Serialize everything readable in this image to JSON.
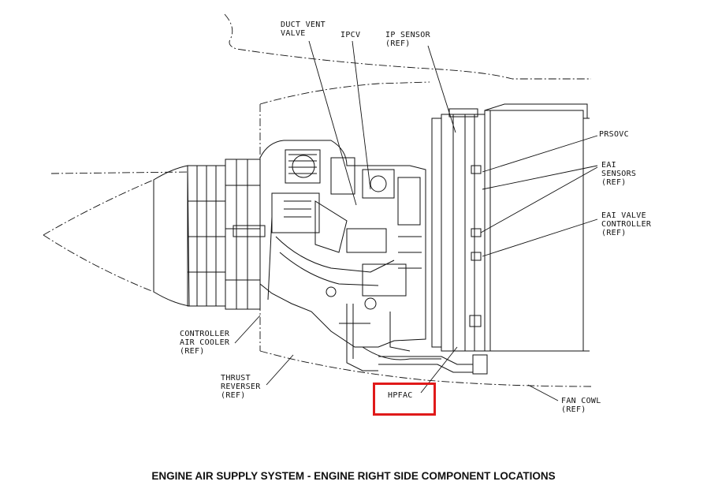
{
  "caption": "ENGINE AIR SUPPLY SYSTEM - ENGINE RIGHT SIDE COMPONENT LOCATIONS",
  "labels": {
    "duct_vent_valve": [
      "DUCT VENT",
      "VALVE"
    ],
    "ipcv": [
      "IPCV"
    ],
    "ip_sensor": [
      "IP SENSOR",
      "(REF)"
    ],
    "prsovc": [
      "PRSOVC"
    ],
    "eai_sensors": [
      "EAI",
      "SENSORS",
      "(REF)"
    ],
    "eai_valve_controller": [
      "EAI VALVE",
      "CONTROLLER",
      "(REF)"
    ],
    "controller_air_cooler": [
      "CONTROLLER",
      "AIR COOLER",
      "(REF)"
    ],
    "thrust_reverser": [
      "THRUST",
      "REVERSER",
      "(REF)"
    ],
    "hpfac": [
      "HPFAC"
    ],
    "fan_cowl": [
      "FAN COWL",
      "(REF)"
    ]
  },
  "highlight": {
    "target": "hpfac",
    "color": "#e01a1a"
  }
}
